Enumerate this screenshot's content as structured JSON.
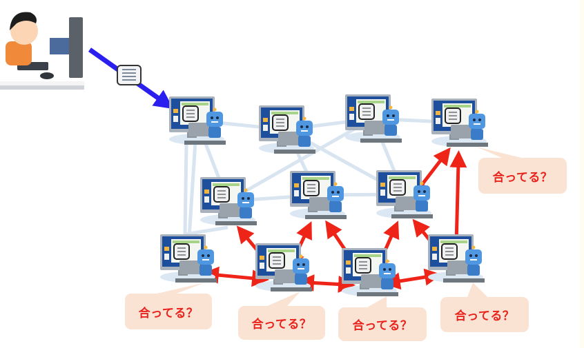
{
  "diagram": {
    "title_alt": "Blockchain network verification",
    "user": {
      "label": "person-at-computer",
      "sends": "transaction-scroll"
    },
    "nodes": [
      {
        "id": "n1",
        "has_scroll": true
      },
      {
        "id": "n2",
        "has_scroll": true
      },
      {
        "id": "n3",
        "has_scroll": true
      },
      {
        "id": "n4",
        "has_scroll": true
      },
      {
        "id": "n5",
        "has_scroll": true
      },
      {
        "id": "n6",
        "has_scroll": true
      },
      {
        "id": "n7",
        "has_scroll": true
      },
      {
        "id": "n8",
        "has_scroll": true
      },
      {
        "id": "n9",
        "has_scroll": true
      },
      {
        "id": "n10",
        "has_scroll": true
      },
      {
        "id": "n11",
        "has_scroll": true
      },
      {
        "id": "n12",
        "has_scroll": true
      }
    ],
    "network_links": [
      [
        "n1",
        "n2"
      ],
      [
        "n2",
        "n3"
      ],
      [
        "n3",
        "n4"
      ],
      [
        "n1",
        "n5"
      ],
      [
        "n1",
        "n9"
      ],
      [
        "n2",
        "n6"
      ],
      [
        "n3",
        "n7"
      ],
      [
        "n5",
        "n6"
      ],
      [
        "n6",
        "n7"
      ],
      [
        "n5",
        "n3"
      ],
      [
        "n2",
        "n7"
      ]
    ],
    "verify_links": [
      [
        "n5",
        "n10"
      ],
      [
        "n6",
        "n10"
      ],
      [
        "n6",
        "n11"
      ],
      [
        "n7",
        "n11"
      ],
      [
        "n7",
        "n12"
      ],
      [
        "n4",
        "n7"
      ],
      [
        "n4",
        "n12"
      ],
      [
        "n9",
        "n10"
      ],
      [
        "n10",
        "n11"
      ],
      [
        "n11",
        "n12"
      ]
    ],
    "bubbles": [
      {
        "node": "n4",
        "text": "合ってる？"
      },
      {
        "node": "n9",
        "text": "合ってる？"
      },
      {
        "node": "n10",
        "text": "合ってる？"
      },
      {
        "node": "n11",
        "text": "合ってる？"
      },
      {
        "node": "n12",
        "text": "合ってる？"
      }
    ]
  },
  "colors": {
    "send_arrow": "#2b1ff0",
    "verify_arrow": "#ef2418",
    "network_line": "#d8e4f0",
    "bubble_bg": "#fbe3d4",
    "bubble_text": "#e8231c"
  }
}
